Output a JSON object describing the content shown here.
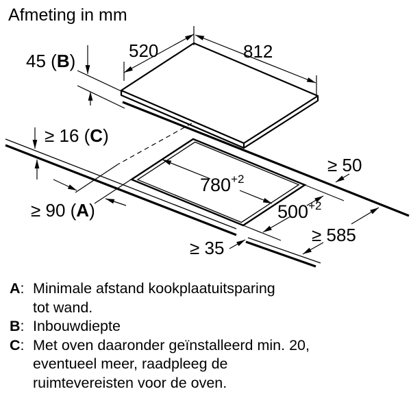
{
  "title": "Afmeting in mm",
  "dims": {
    "width_top": "520",
    "width_main": "812",
    "depth_b": {
      "pre": "45 (",
      "key": "B",
      "post": ")"
    },
    "thickness_c": {
      "pre": "≥ 16 (",
      "key": "C",
      "post": ")"
    },
    "wall_a": {
      "pre": "≥ 90 (",
      "key": "A",
      "post": ")"
    },
    "cutout_w": {
      "base": "780",
      "sup": "+2"
    },
    "cutout_d": {
      "base": "500",
      "sup": "+2"
    },
    "right_gap": "≥ 50",
    "depth_total": "≥ 585",
    "front_gap": "≥ 35"
  },
  "legend": {
    "separator": ":",
    "items": [
      {
        "key": "A",
        "lines": [
          "Minimale afstand kookplaatuitsparing",
          "tot wand."
        ]
      },
      {
        "key": "B",
        "lines": [
          "Inbouwdiepte"
        ]
      },
      {
        "key": "C",
        "lines": [
          "Met oven daaronder geïnstalleerd min. 20,",
          "eventueel meer, raadpleeg de",
          "ruimtevereisten voor de oven."
        ]
      }
    ]
  },
  "colors": {
    "ink": "#000000",
    "background": "#ffffff"
  }
}
